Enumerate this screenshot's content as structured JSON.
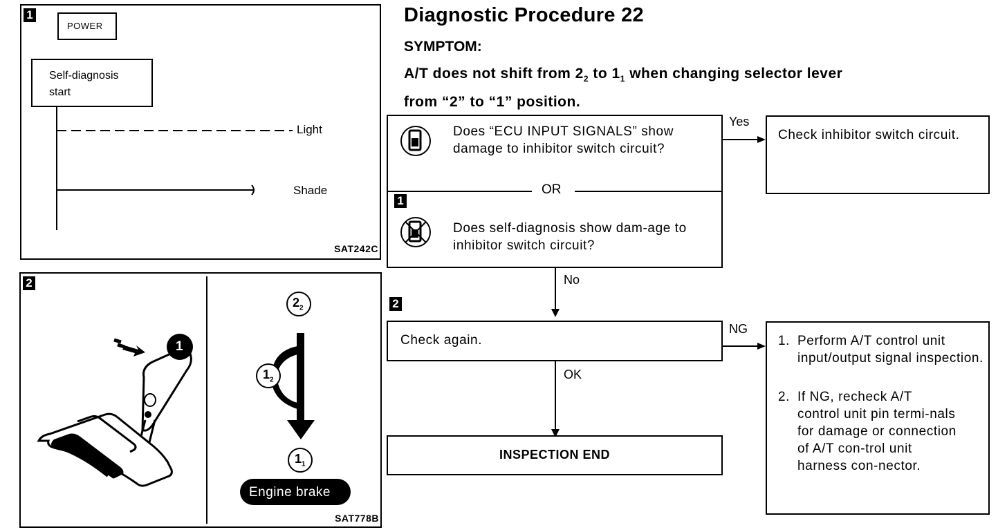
{
  "title": "Diagnostic Procedure 22",
  "symptom": {
    "heading": "SYMPTOM:",
    "line1_a": "A/T does not shift from 2",
    "line1_sub1": "2",
    "line1_b": " to 1",
    "line1_sub2": "1",
    "line1_c": " when changing selector lever",
    "line2": "from “2” to “1” position."
  },
  "figure1": {
    "badge": "1",
    "power_label": "POWER",
    "start_label_1": "Self-diagnosis",
    "start_label_2": "start",
    "light_label": "Light",
    "shade_label": "Shade",
    "code": "SAT242C"
  },
  "figure2": {
    "badge": "2",
    "step_marker": "1",
    "pos_top": "2",
    "pos_top_sub": "2",
    "pos_mid": "1",
    "pos_mid_sub": "2",
    "pos_bottom": "1",
    "pos_bottom_sub": "1",
    "engine_brake": "Engine brake",
    "code": "SAT778B"
  },
  "flow": {
    "q1_text": "Does “ECU INPUT SIGNALS” show damage to inhibitor switch circuit?",
    "or_label": "OR",
    "q1_badge": "1",
    "q2_text": "Does self-diagnosis show dam-age to inhibitor switch circuit?",
    "yes_label": "Yes",
    "yes_result": "Check inhibitor switch circuit.",
    "no_label": "No",
    "step2_badge": "2",
    "check_again": "Check again.",
    "ng_label": "NG",
    "ok_label": "OK",
    "inspection_end": "INSPECTION END",
    "ng_items": [
      "Perform A/T control unit input/output signal inspection.",
      "If NG, recheck A/T control unit pin termi-nals for damage or connection of A/T con-trol unit harness con-nector."
    ],
    "ng_item_numbers": [
      "1.",
      "2."
    ]
  },
  "icons": {
    "consult": "consult-tester-icon",
    "no_tools": "no-tools-icon"
  }
}
